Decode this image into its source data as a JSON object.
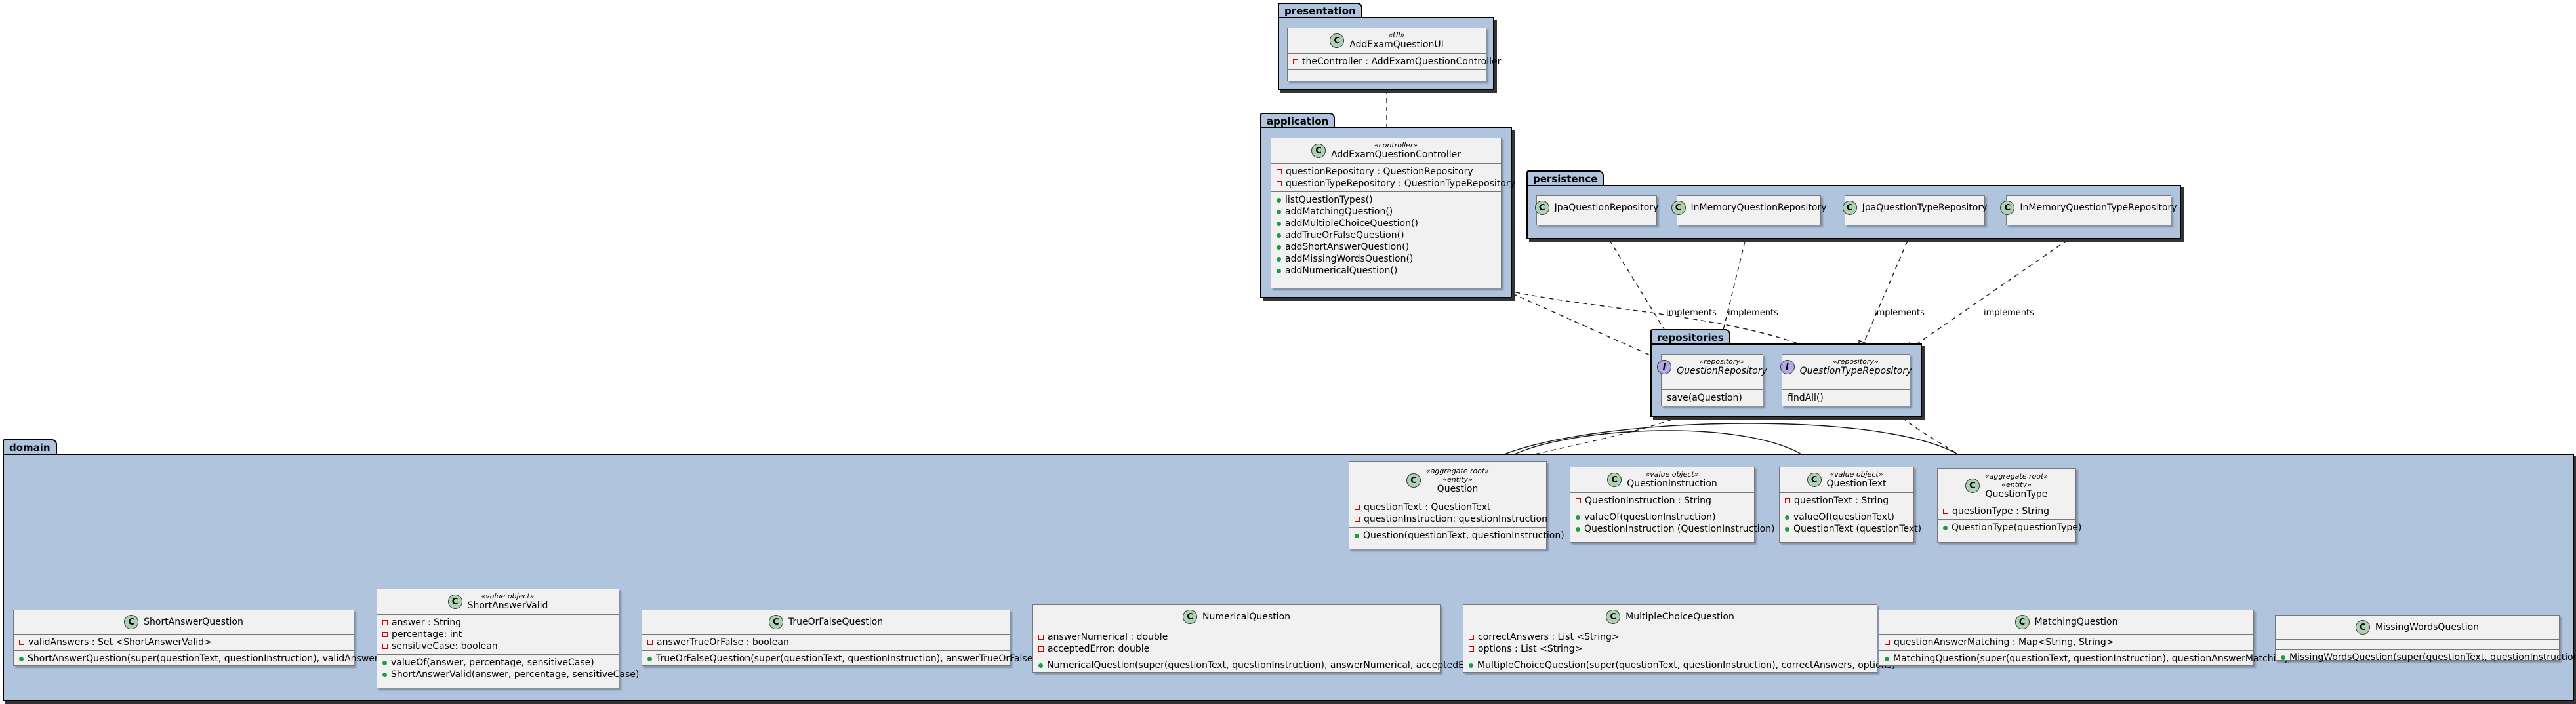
{
  "packages": {
    "presentation": "presentation",
    "application": "application",
    "persistence": "persistence",
    "repositories": "repositories",
    "domain": "domain"
  },
  "classes": {
    "add_exam_question_ui": {
      "stereotype": "«UI»",
      "name": "AddExamQuestionUI",
      "fields": [
        "theController : AddExamQuestionController"
      ]
    },
    "add_exam_question_controller": {
      "stereotype": "«controller»",
      "name": "AddExamQuestionController",
      "fields": [
        "questionRepository : QuestionRepository",
        "questionTypeRepository : QuestionTypeRepository"
      ],
      "methods": [
        "listQuestionTypes()",
        "addMatchingQuestion()",
        "addMultipleChoiceQuestion()",
        "addTrueOrFalseQuestion()",
        "addShortAnswerQuestion()",
        "addMissingWordsQuestion()",
        "addNumericalQuestion()"
      ]
    },
    "jpa_question_repository": {
      "name": "JpaQuestionRepository"
    },
    "in_memory_question_repository": {
      "name": "InMemoryQuestionRepository"
    },
    "jpa_question_type_repository": {
      "name": "JpaQuestionTypeRepository"
    },
    "in_memory_question_type_repository": {
      "name": "InMemoryQuestionTypeRepository"
    },
    "question_repository": {
      "stereotype": "«repository»",
      "name": "QuestionRepository",
      "methods": [
        "save(aQuestion)"
      ]
    },
    "question_type_repository": {
      "stereotype": "«repository»",
      "name": "QuestionTypeRepository",
      "methods": [
        "findAll()"
      ]
    },
    "question": {
      "stereotype1": "«aggregate root»",
      "stereotype2": "«entity»",
      "name": "Question",
      "fields": [
        "questionText : QuestionText",
        "questionInstruction: questionInstruction"
      ],
      "methods": [
        "Question(questionText, questionInstruction)"
      ]
    },
    "question_instruction": {
      "stereotype": "«value object»",
      "name": "QuestionInstruction",
      "fields": [
        "QuestionInstruction : String"
      ],
      "methods": [
        "valueOf(questionInstruction)",
        "QuestionInstruction (QuestionInstruction)"
      ]
    },
    "question_text": {
      "stereotype": "«value object»",
      "name": "QuestionText",
      "fields": [
        "questionText : String"
      ],
      "methods": [
        "valueOf(questionText)",
        "QuestionText (questionText)"
      ]
    },
    "question_type": {
      "stereotype1": "«aggregate root»",
      "stereotype2": "«entity»",
      "name": "QuestionType",
      "fields": [
        "questionType : String"
      ],
      "methods": [
        "QuestionType(questionType)"
      ]
    },
    "short_answer_question": {
      "name": "ShortAnswerQuestion",
      "fields": [
        "validAnswers : Set <ShortAnswerValid>"
      ],
      "methods": [
        "ShortAnswerQuestion(super(questionText, questionInstruction), validAnswers)"
      ]
    },
    "short_answer_valid": {
      "stereotype": "«value object»",
      "name": "ShortAnswerValid",
      "fields": [
        "answer : String",
        "percentage: int",
        "sensitiveCase: boolean"
      ],
      "methods": [
        "valueOf(answer, percentage, sensitiveCase)",
        "ShortAnswerValid(answer, percentage, sensitiveCase)"
      ]
    },
    "true_or_false_question": {
      "name": "TrueOrFalseQuestion",
      "fields": [
        "answerTrueOrFalse : boolean"
      ],
      "methods": [
        "TrueOrFalseQuestion(super(questionText, questionInstruction), answerTrueOrFalse)"
      ]
    },
    "numerical_question": {
      "name": "NumericalQuestion",
      "fields": [
        "answerNumerical : double",
        "acceptedError: double"
      ],
      "methods": [
        "NumericalQuestion(super(questionText, questionInstruction), answerNumerical, acceptedError)"
      ]
    },
    "multiple_choice_question": {
      "name": "MultipleChoiceQuestion",
      "fields": [
        "correctAnswers : List <String>",
        "options : List <String>"
      ],
      "methods": [
        "MultipleChoiceQuestion(super(questionText, questionInstruction), correctAnswers, options)"
      ]
    },
    "matching_question": {
      "name": "MatchingQuestion",
      "fields": [
        "questionAnswerMatching : Map<String, String>"
      ],
      "methods": [
        "MatchingQuestion(super(questionText, questionInstruction), questionAnswerMatching)"
      ]
    },
    "missing_words_question": {
      "name": "MissingWordsQuestion",
      "fields": [],
      "methods": [
        "MissingWordsQuestion(super(questionText, questionInstruction))"
      ]
    }
  },
  "edge_labels": {
    "implements": "implements"
  },
  "colors": {
    "package_fill": "#b0c4de",
    "class_fill": "#f1f1f1",
    "class_icon": "#add1b2",
    "interface_icon": "#b4a7e5"
  }
}
